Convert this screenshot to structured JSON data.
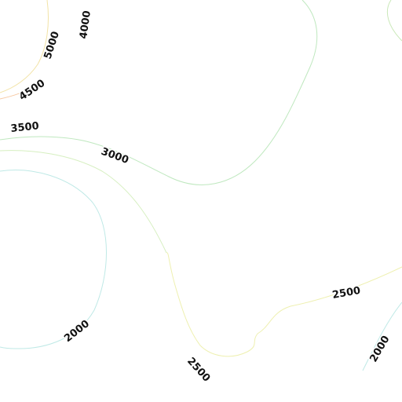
{
  "map": {
    "contours": [
      {
        "id": "c5000",
        "label": "5000",
        "color": "#f2e3a6"
      },
      {
        "id": "c4500",
        "label": "4500",
        "color": "#f7c9a3"
      },
      {
        "id": "c4000",
        "label": "4000",
        "color": "#c9e8b8"
      },
      {
        "id": "c3500",
        "label": "3500",
        "color": "#d6efc0"
      },
      {
        "id": "c3000",
        "label": "3000",
        "color": "#bfe8bf"
      },
      {
        "id": "c2500",
        "label": "2500",
        "color": "#eef0b0"
      },
      {
        "id": "c2000",
        "label": "2000",
        "color": "#bfe9e6"
      }
    ],
    "labels": {
      "l5000": "5000",
      "l4000": "4000",
      "l4500": "4500",
      "l3500": "3500",
      "l3000": "3000",
      "l2500a": "2500",
      "l2500b": "2500",
      "l2000a": "2000",
      "l2000b": "2000"
    }
  }
}
